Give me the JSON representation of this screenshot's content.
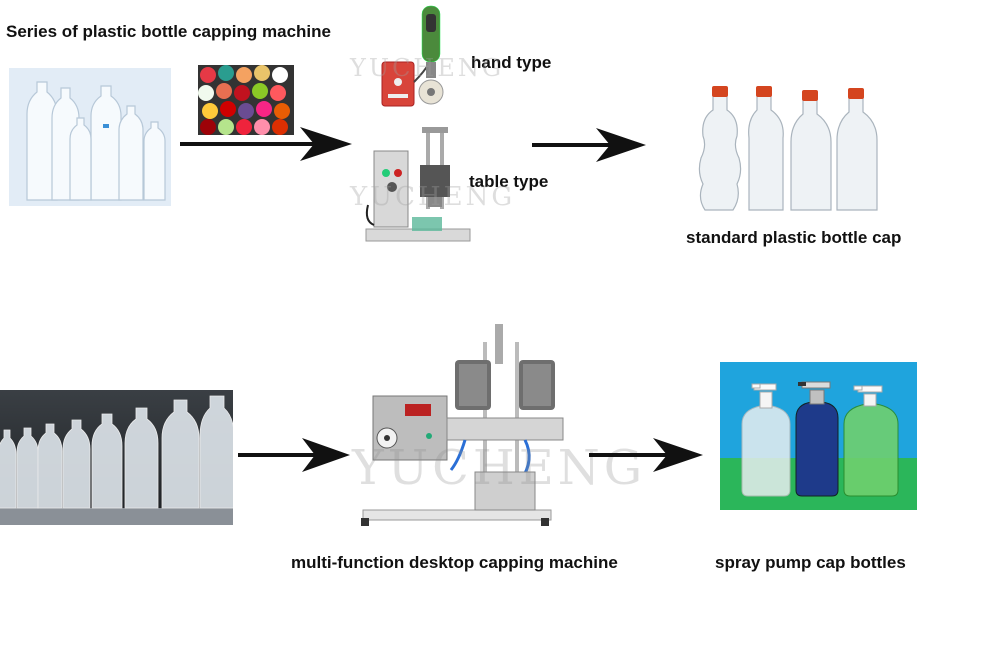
{
  "title": "Series of plastic bottle capping machine",
  "labels": {
    "hand_type": "hand type",
    "table_type": "table type",
    "standard_cap": "standard plastic bottle cap",
    "desktop_machine": "multi-function desktop capping machine",
    "spray_pump": "spray pump cap bottles"
  },
  "watermark": "YUCHENG",
  "colors": {
    "arrow": "#111111",
    "cap_red": "#d4451f",
    "machine_gray": "#c9c9c9",
    "motor_blue": "#1e3a8a"
  }
}
